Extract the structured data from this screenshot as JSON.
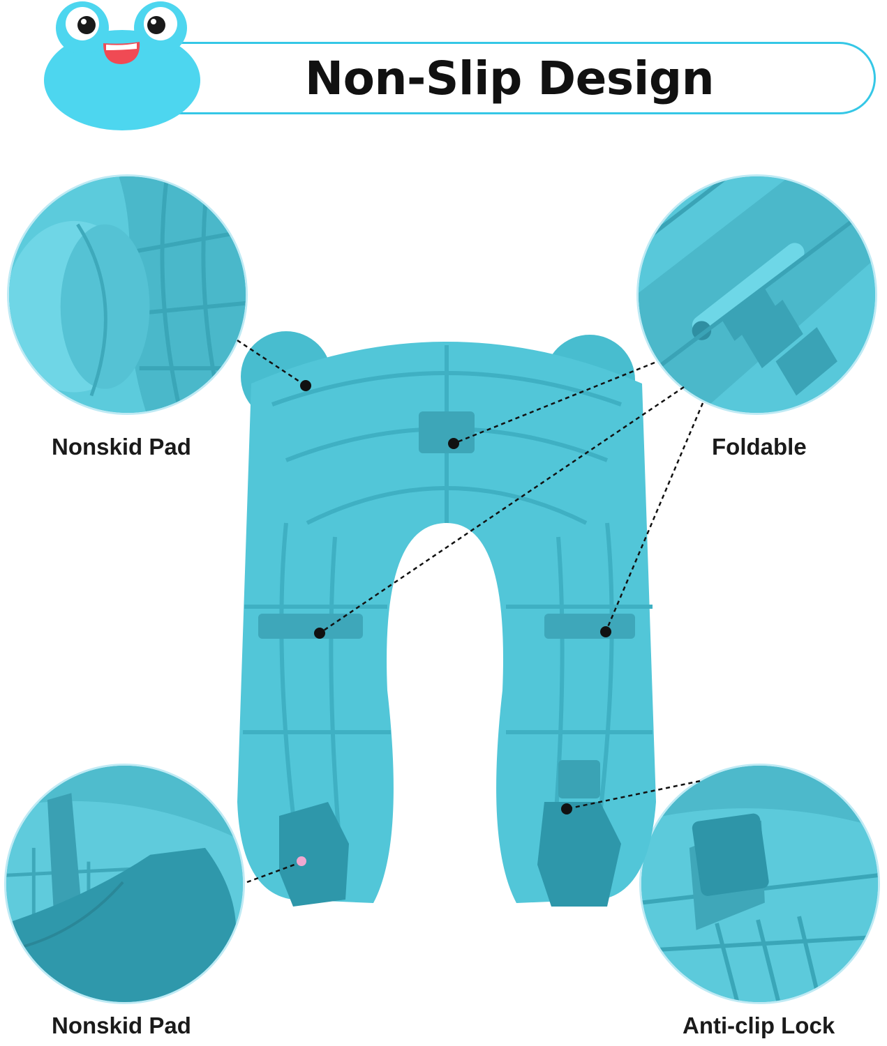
{
  "header": {
    "title": "Non-Slip Design",
    "accent_color": "#35c7e6"
  },
  "mascot": {
    "icon": "frog-face-icon",
    "color": "#4dd6ef"
  },
  "product": {
    "color": "#52c6d8"
  },
  "features": [
    {
      "label": "Nonskid Pad",
      "position": "top-left"
    },
    {
      "label": "Foldable",
      "position": "top-right"
    },
    {
      "label": "Nonskid Pad",
      "position": "bottom-left"
    },
    {
      "label": "Anti-clip Lock",
      "position": "bottom-right"
    }
  ]
}
